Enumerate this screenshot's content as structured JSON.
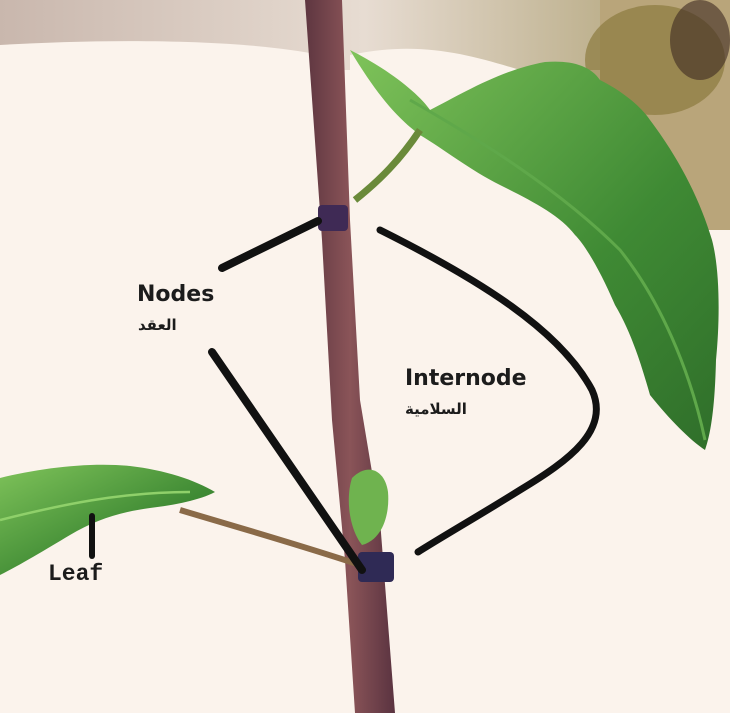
{
  "labels": {
    "nodes_en": "Nodes",
    "nodes_ar": "العقد",
    "internode_en": "Internode",
    "internode_ar": "السلامية",
    "leaf_en": "Leaf"
  },
  "colors": {
    "background": "#fbf3ec",
    "stem": "#7a4a4e",
    "stem_dark": "#4e2a3a",
    "node": "#3b2a5a",
    "leaf": "#4d8f3a",
    "leaf_light": "#7fbf5a",
    "pointer": "#111111"
  }
}
